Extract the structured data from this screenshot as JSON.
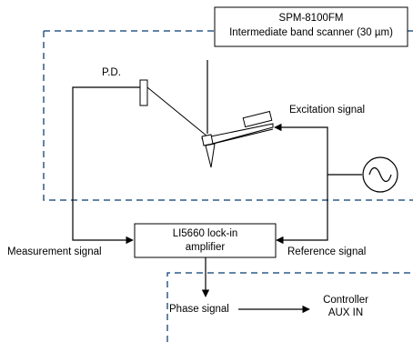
{
  "scanner_box": {
    "model": "SPM-8100FM",
    "description": "Intermediate band scanner (30 µm)"
  },
  "lockin_box": {
    "line1": "LI5660 lock-in",
    "line2": "amplifier"
  },
  "labels": {
    "photodetector": "P.D.",
    "excitation": "Excitation signal",
    "measurement": "Measurement signal",
    "reference": "Reference signal",
    "phase": "Phase signal",
    "controller_line1": "Controller",
    "controller_line2": "AUX IN"
  },
  "colors": {
    "dashed_border": "#2e5b87",
    "line": "#000000"
  },
  "icons": {
    "signal_source": "sine-wave-source-icon"
  }
}
